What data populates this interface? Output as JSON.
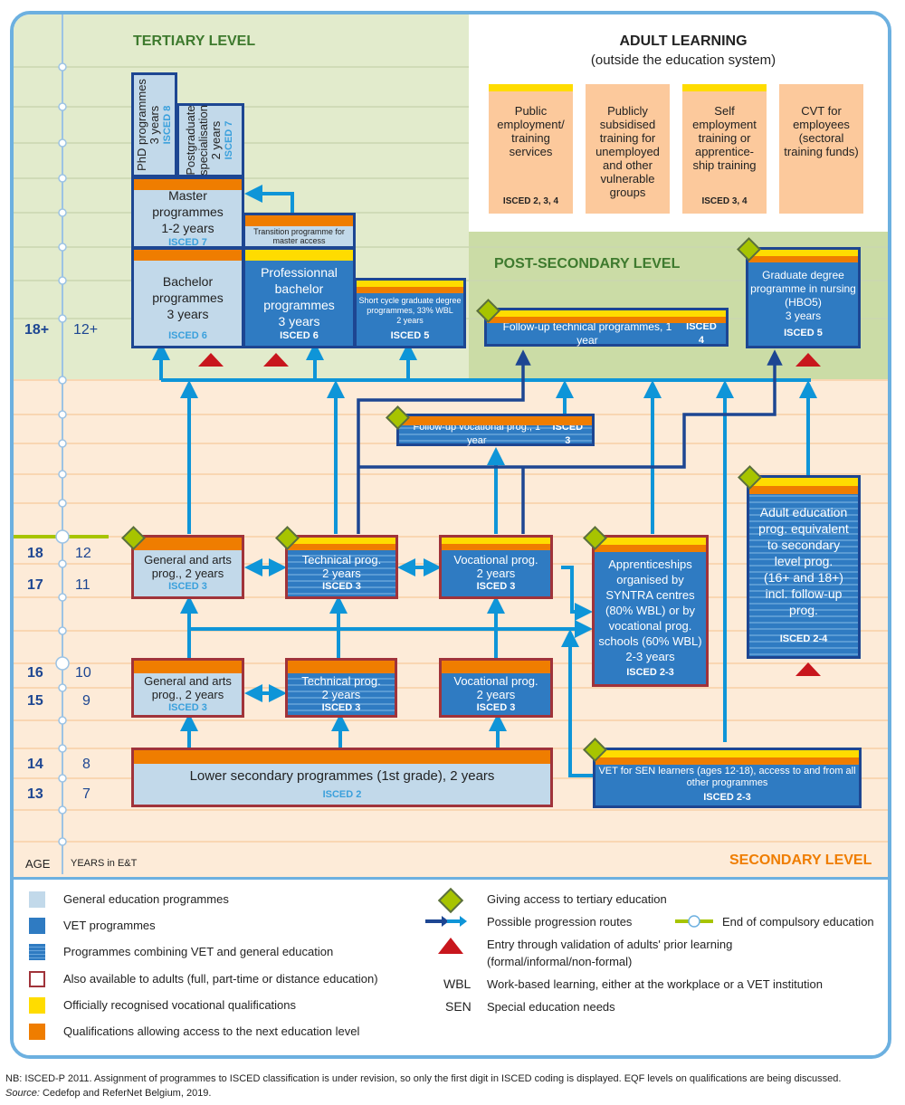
{
  "levels": {
    "tertiary": "TERTIARY LEVEL",
    "post_secondary": "POST-SECONDARY LEVEL",
    "secondary": "SECONDARY LEVEL"
  },
  "adult_learning": {
    "title": "ADULT LEARNING",
    "subtitle": "(outside the education system)",
    "boxes": [
      {
        "text": "Public employment/ training services",
        "isced": "ISCED 2, 3, 4",
        "recognised": true
      },
      {
        "text": "Publicly subsidised training for unemployed and other vulnerable groups",
        "isced": "",
        "recognised": false
      },
      {
        "text": "Self employment training or apprentice-ship training",
        "isced": "ISCED 3, 4",
        "recognised": true
      },
      {
        "text": "CVT for employees (sectoral training funds)",
        "isced": "",
        "recognised": false
      }
    ]
  },
  "axis": {
    "age_label": "AGE",
    "years_label": "YEARS in E&T",
    "rows": [
      {
        "age": "18+",
        "years": "12+"
      },
      {
        "age": "18",
        "years": "12"
      },
      {
        "age": "17",
        "years": "11"
      },
      {
        "age": "16",
        "years": "10"
      },
      {
        "age": "15",
        "years": "9"
      },
      {
        "age": "14",
        "years": "8"
      },
      {
        "age": "13",
        "years": "7"
      }
    ]
  },
  "programmes": {
    "phd": {
      "l1": "PhD programmes",
      "l2": "3 years",
      "isced": "ISCED 8"
    },
    "postgrad": {
      "l1": "Postgraduate",
      "l2": "specialisation",
      "l3": "2 years",
      "isced": "ISCED 7"
    },
    "master": {
      "l1": "Master programmes",
      "l2": "1-2 years",
      "isced": "ISCED 7"
    },
    "transition": {
      "l1": "Transition programme for",
      "l2": "master access"
    },
    "bachelor": {
      "l1": "Bachelor",
      "l2": "programmes",
      "l3": "3 years",
      "isced": "ISCED 6"
    },
    "prof_bachelor": {
      "l1": "Professionnal",
      "l2": "bachelor",
      "l3": "programmes",
      "l4": "3 years",
      "isced": "ISCED 6"
    },
    "short_cycle": {
      "l1": "Short cycle graduate degree",
      "l2": "programmes, 33% WBL",
      "l3": "2 years",
      "isced": "ISCED 5"
    },
    "followup_tech": {
      "text": "Follow-up technical programmes, 1 year",
      "isced": "ISCED 4"
    },
    "nursing": {
      "l1": "Graduate degree",
      "l2": "programme in nursing",
      "l3": "(HBO5)",
      "l4": "3 years",
      "isced": "ISCED 5"
    },
    "followup_voc": {
      "text": "Follow-up vocational prog., 1 year",
      "isced": "ISCED 3"
    },
    "adult_edu": {
      "l1": "Adult education",
      "l2": "prog. equivalent",
      "l3": "to secondary",
      "l4": "level prog.",
      "l5": "(16+ and 18+)",
      "l6": "incl. follow-up",
      "l7": "prog.",
      "isced": "ISCED 2-4"
    },
    "gen_upper": {
      "l1": "General and arts",
      "l2": "prog., 2 years",
      "isced": "ISCED 3"
    },
    "tech_upper": {
      "l1": "Technical prog.",
      "l2": "2 years",
      "isced": "ISCED 3"
    },
    "voc_upper": {
      "l1": "Vocational prog.",
      "l2": "2 years",
      "isced": "ISCED 3"
    },
    "apprentice": {
      "l1": "Apprenticeships",
      "l2": "organised by",
      "l3": "SYNTRA centres",
      "l4": "(80% WBL) or by",
      "l5": "vocational prog.",
      "l6": "schools (60% WBL)",
      "l7": "2-3 years",
      "isced": "ISCED 2-3"
    },
    "gen_lower": {
      "l1": "General and arts",
      "l2": "prog., 2 years",
      "isced": "ISCED 3"
    },
    "tech_lower": {
      "l1": "Technical prog.",
      "l2": "2 years",
      "isced": "ISCED 3"
    },
    "voc_lower": {
      "l1": "Vocational prog.",
      "l2": "2 years",
      "isced": "ISCED 3"
    },
    "lower_sec": {
      "text": "Lower secondary programmes (1st grade), 2 years",
      "isced": "ISCED 2"
    },
    "sen": {
      "l1": "VET for SEN learners (ages 12-18), access to and from all",
      "l2": "other programmes",
      "isced": "ISCED 2-3"
    }
  },
  "legend": {
    "left": [
      {
        "icon": "general-swatch",
        "label": "General education programmes"
      },
      {
        "icon": "vet-swatch",
        "label": "VET programmes"
      },
      {
        "icon": "combined-swatch",
        "label": "Programmes combining VET and general education"
      },
      {
        "icon": "adults-swatch",
        "label": "Also available to adults (full, part-time or distance education)"
      },
      {
        "icon": "yellow-swatch",
        "label": "Officially recognised vocational qualifications"
      },
      {
        "icon": "orange-swatch",
        "label": "Qualifications allowing access to the next education level"
      }
    ],
    "right": {
      "diamond": "Giving access to tertiary education",
      "arrows": "Possible progression routes",
      "compulsory": "End of compulsory education",
      "triangle_l1": "Entry through validation of adults' prior learning",
      "triangle_l2": "(formal/informal/non-formal)",
      "wbl_abbr": "WBL",
      "wbl": "Work-based learning, either at the workplace or a VET institution",
      "sen_abbr": "SEN",
      "sen": "Special education needs"
    }
  },
  "footnote": {
    "nb": "NB: ISCED-P 2011. Assignment of programmes to ISCED classification is under revision, so only the first digit in ISCED coding is displayed. EQF levels on qualifications are being discussed.",
    "source_label": "Source:",
    "source": " Cedefop and ReferNet Belgium, 2019."
  },
  "colors": {
    "general": "#c2d9ea",
    "vet": "#2f7bc2",
    "navy": "#1d4692",
    "arrow_light": "#0e95d8",
    "adult_border": "#a0333a",
    "yellow": "#ffdc00",
    "orange": "#ef7d00",
    "diamond": "#a7c400",
    "triangle": "#c8161d",
    "tertiary_green": "#3e7a2e",
    "secondary_orange": "#ef7d00"
  }
}
